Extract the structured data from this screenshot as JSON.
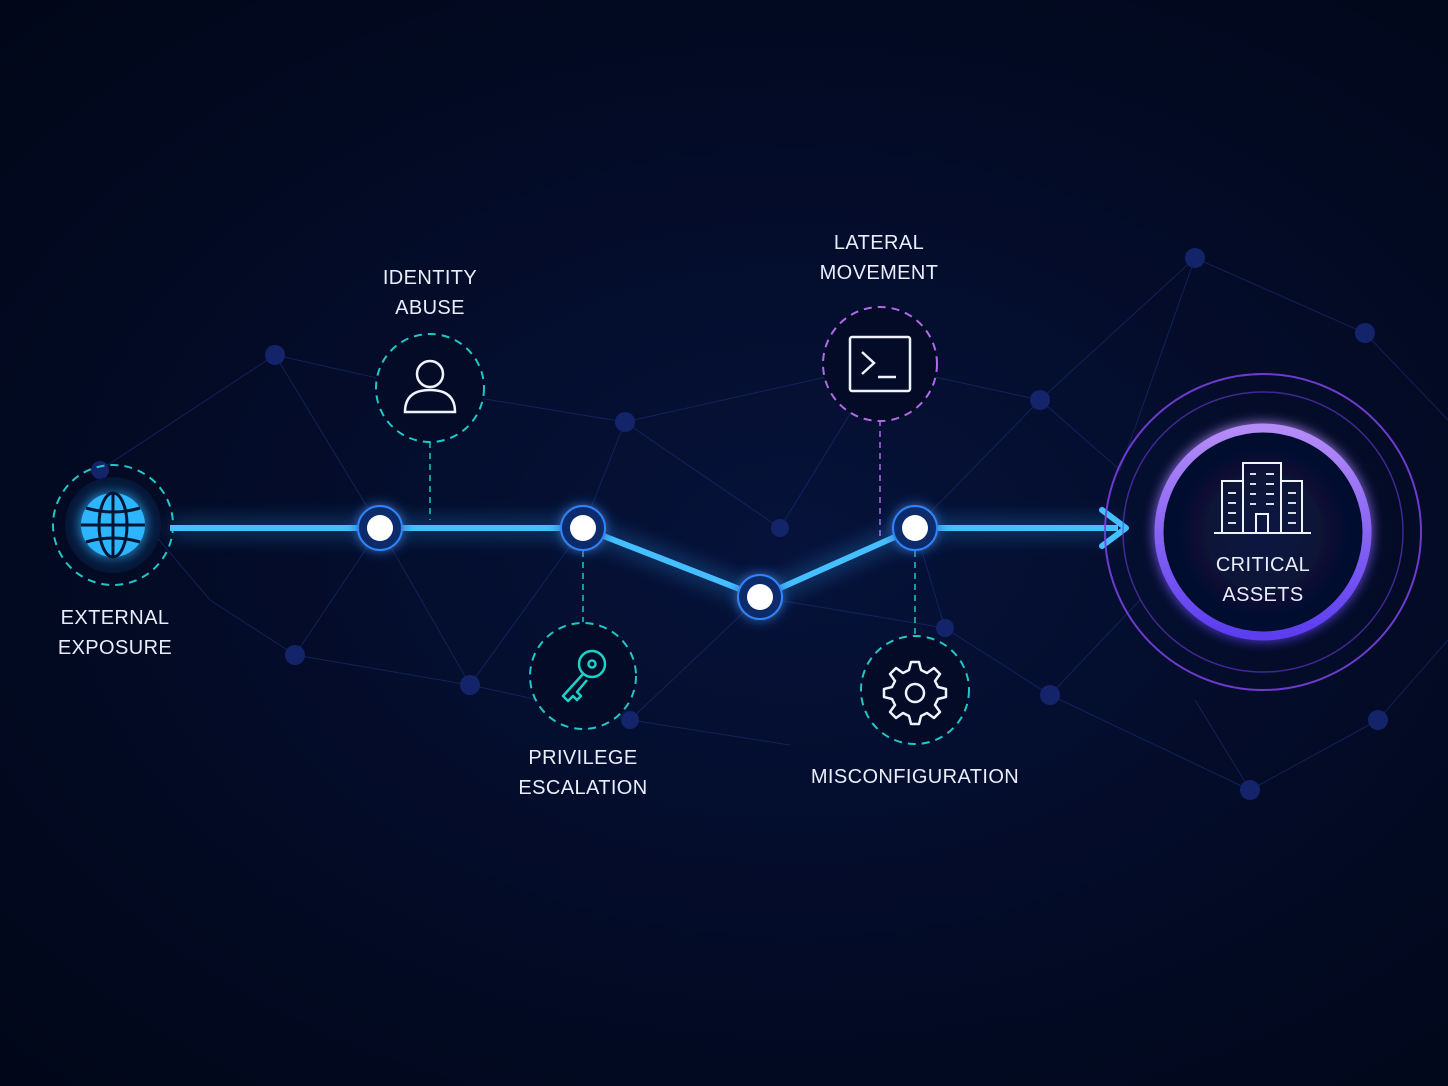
{
  "stages": [
    {
      "id": "external-exposure",
      "line1": "EXTERNAL",
      "line2": "EXPOSURE",
      "icon": "globe-icon",
      "ring_color": "#1fc7c7"
    },
    {
      "id": "identity-abuse",
      "line1": "IDENTITY",
      "line2": "ABUSE",
      "icon": "user-icon",
      "ring_color": "#1fc7c7"
    },
    {
      "id": "privilege-escalation",
      "line1": "PRIVILEGE",
      "line2": "ESCALATION",
      "icon": "key-icon",
      "ring_color": "#1fc7c7"
    },
    {
      "id": "lateral-movement",
      "line1": "LATERAL",
      "line2": "MOVEMENT",
      "icon": "terminal-icon",
      "ring_color": "#b06ae8"
    },
    {
      "id": "misconfiguration",
      "line1": "MISCONFIGURATION",
      "line2": "",
      "icon": "gear-icon",
      "ring_color": "#1fc7c7"
    }
  ],
  "target": {
    "line1": "CRITICAL",
    "line2": "ASSETS",
    "icon": "building-icon",
    "ring_color": "#8a5cf0"
  },
  "colors": {
    "background": "#020a20",
    "path": "#38b6ff",
    "teal": "#1fc7c7",
    "purple": "#9b5cf5",
    "network": "#1d2f7a"
  }
}
